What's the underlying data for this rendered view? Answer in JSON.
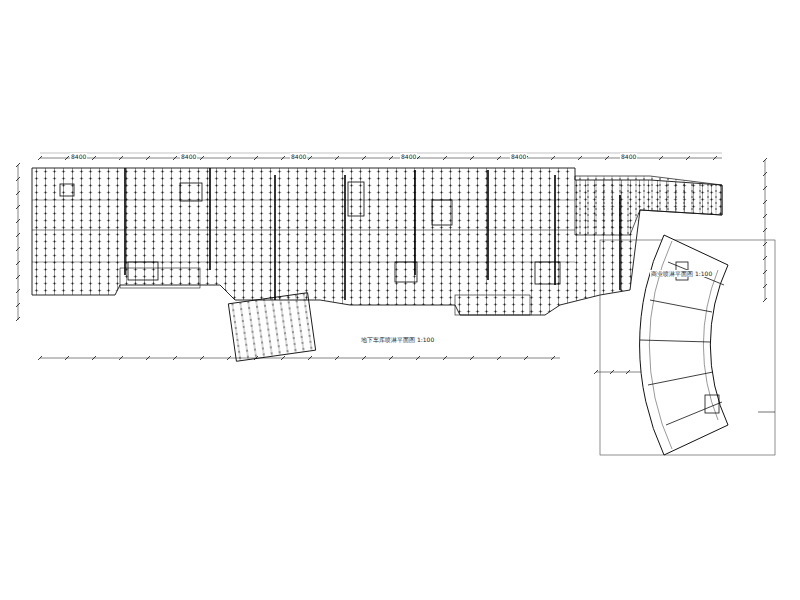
{
  "diagram": {
    "labels": [
      "地下车库喷淋平面图 1:100",
      "商业喷淋平面图 1:100",
      "8400",
      "8400",
      "8400",
      "8400",
      "8400",
      "8400"
    ]
  }
}
